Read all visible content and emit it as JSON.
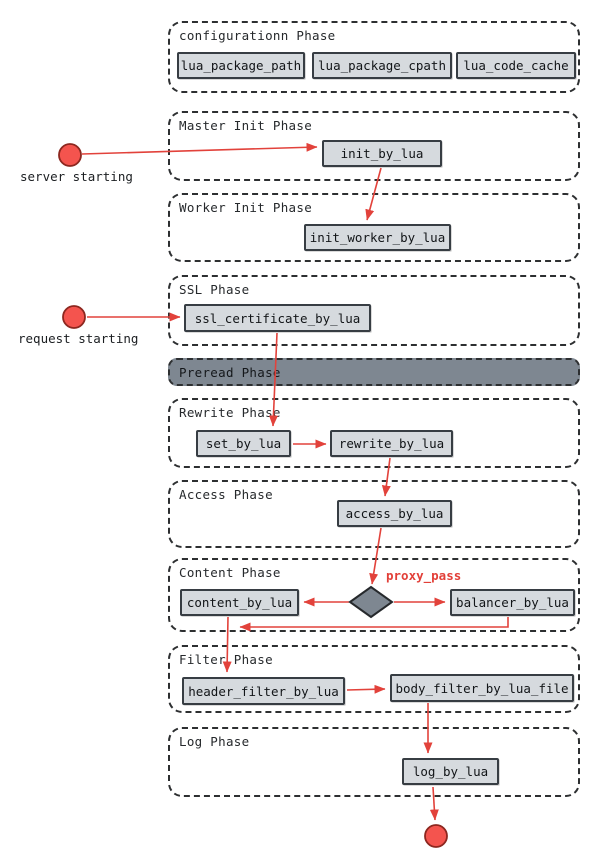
{
  "diagram": {
    "phases": [
      {
        "title": "configurationn Phase",
        "nodes": [
          {
            "label": "lua_package_path"
          },
          {
            "label": "lua_package_cpath"
          },
          {
            "label": "lua_code_cache"
          }
        ]
      },
      {
        "title": "Master Init Phase",
        "nodes": [
          {
            "label": "init_by_lua"
          }
        ]
      },
      {
        "title": "Worker Init Phase",
        "nodes": [
          {
            "label": "init_worker_by_lua"
          }
        ]
      },
      {
        "title": "SSL Phase",
        "nodes": [
          {
            "label": "ssl_certificate_by_lua"
          }
        ]
      },
      {
        "title": "Preread Phase",
        "nodes": []
      },
      {
        "title": "Rewrite Phase",
        "nodes": [
          {
            "label": "set_by_lua"
          },
          {
            "label": "rewrite_by_lua"
          }
        ]
      },
      {
        "title": "Access Phase",
        "nodes": [
          {
            "label": "access_by_lua"
          }
        ]
      },
      {
        "title": "Content Phase",
        "nodes": [
          {
            "label": "content_by_lua"
          },
          {
            "label": "balancer_by_lua"
          }
        ]
      },
      {
        "title": "Filter Phase",
        "nodes": [
          {
            "label": "header_filter_by_lua"
          },
          {
            "label": "body_filter_by_lua_file"
          }
        ]
      },
      {
        "title": "Log Phase",
        "nodes": [
          {
            "label": "log_by_lua"
          }
        ]
      }
    ],
    "start_labels": {
      "server": "server starting",
      "request": "request starting"
    },
    "annotations": {
      "proxy_pass": "proxy_pass"
    },
    "colors": {
      "accent_red": "#e2423b",
      "terminal_fill": "#f4544e",
      "node_fill": "#d6dade",
      "node_border": "#373d43",
      "slate_fill": "#7e8791",
      "dash_border": "#2d2f31"
    }
  }
}
